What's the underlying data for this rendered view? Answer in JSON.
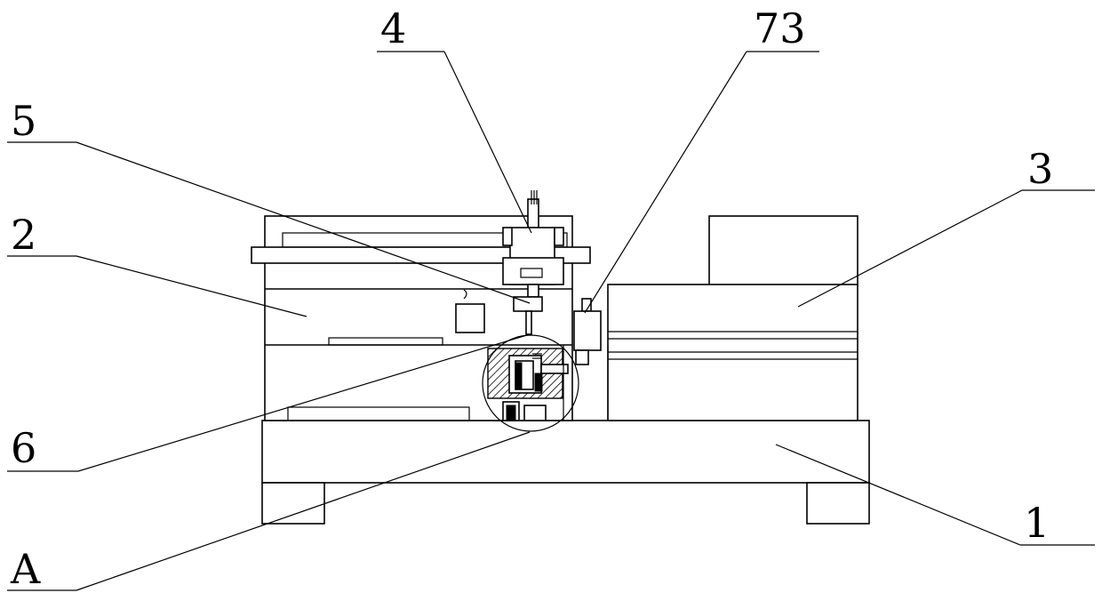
{
  "labels": {
    "base": "1",
    "left_unit": "2",
    "right_unit": "3",
    "top_head": "4",
    "slide_block": "5",
    "tool": "6",
    "sensor": "73",
    "detail_a": "A"
  },
  "colors": {
    "line": "#000000",
    "hatch": "#000000",
    "background": "#ffffff"
  }
}
